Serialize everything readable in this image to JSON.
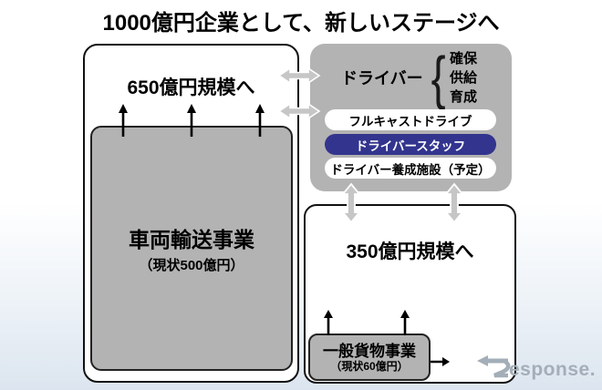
{
  "title": "1000億円企業として、新しいステージへ",
  "left_box": {
    "heading": "650億円規模へ",
    "inner": {
      "title": "車両輸送事業",
      "subtitle": "（現状500億円）"
    }
  },
  "driver_panel": {
    "label": "ドライバー",
    "brace": "{",
    "items": [
      "確保",
      "供給",
      "育成"
    ],
    "pills": [
      {
        "label": "フルキャストドライブ",
        "style": "white"
      },
      {
        "label": "ドライバースタッフ",
        "style": "blue"
      },
      {
        "label": "ドライバー養成施設（予定）",
        "style": "white"
      }
    ]
  },
  "right_box": {
    "heading": "350億円規模へ",
    "inner": {
      "title": "一般貨物事業",
      "subtitle": "（現状60億円）"
    }
  },
  "watermark": "esponse.",
  "colors": {
    "gray_fill": "#b3b3b3",
    "arrow_gray": "#c6c6c6",
    "pill_blue": "#32348e",
    "bg_bottom": "#dce5ef",
    "watermark": "#a3aeb8"
  }
}
